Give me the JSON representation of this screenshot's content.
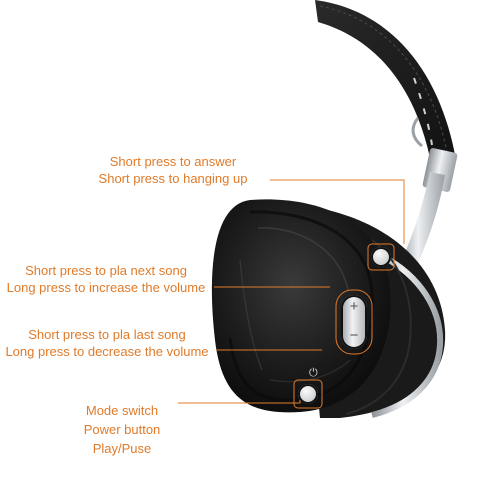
{
  "callouts": {
    "answer": {
      "line1": "Short press to answer",
      "line2": "Short press to hanging up"
    },
    "next_song": {
      "line1": "Short  press to pla next song",
      "line2": "Long press to increase the volume"
    },
    "last_song": {
      "line1": "Short  press to pla last song",
      "line2": "Long press to decrease the volume"
    },
    "mode": {
      "line1": "Mode switch",
      "line2": "Power button",
      "line3": "Play/Puse"
    }
  },
  "buttons": {
    "plus_symbol": "+",
    "minus_symbol": "−"
  },
  "colors": {
    "accent": "#e07b2a",
    "earcup": "#1a1a1a",
    "metal": "#c9cdd1",
    "background": "#ffffff"
  },
  "icons": {
    "power": "power-icon",
    "plus": "plus-icon",
    "minus": "minus-icon"
  }
}
